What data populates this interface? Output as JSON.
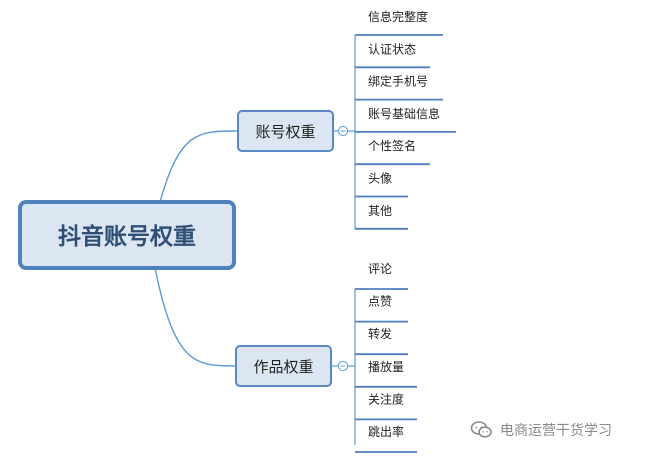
{
  "diagram": {
    "root": {
      "label": "抖音账号权重"
    },
    "branches": [
      {
        "label": "账号权重",
        "children": [
          "信息完整度",
          "认证状态",
          "绑定手机号",
          "账号基础信息",
          "个性签名",
          "头像",
          "其他"
        ]
      },
      {
        "label": "作品权重",
        "children": [
          "评论",
          "点赞",
          "转发",
          "播放量",
          "关注度",
          "跳出率"
        ]
      }
    ]
  },
  "colors": {
    "root_fill": "#dce6f2",
    "root_border": "#4f81bd",
    "branch_fill": "#dce6f2",
    "branch_border": "#5b87c4",
    "connector": "#5b9bd5",
    "leaf_underline": "#4f7fc0",
    "text_dark": "#1f1f1f",
    "root_text": "#2f4f74",
    "watermark": "#8a8a8a"
  },
  "watermark": {
    "icon": "wechat-icon",
    "text": "电商运营干货学习"
  }
}
